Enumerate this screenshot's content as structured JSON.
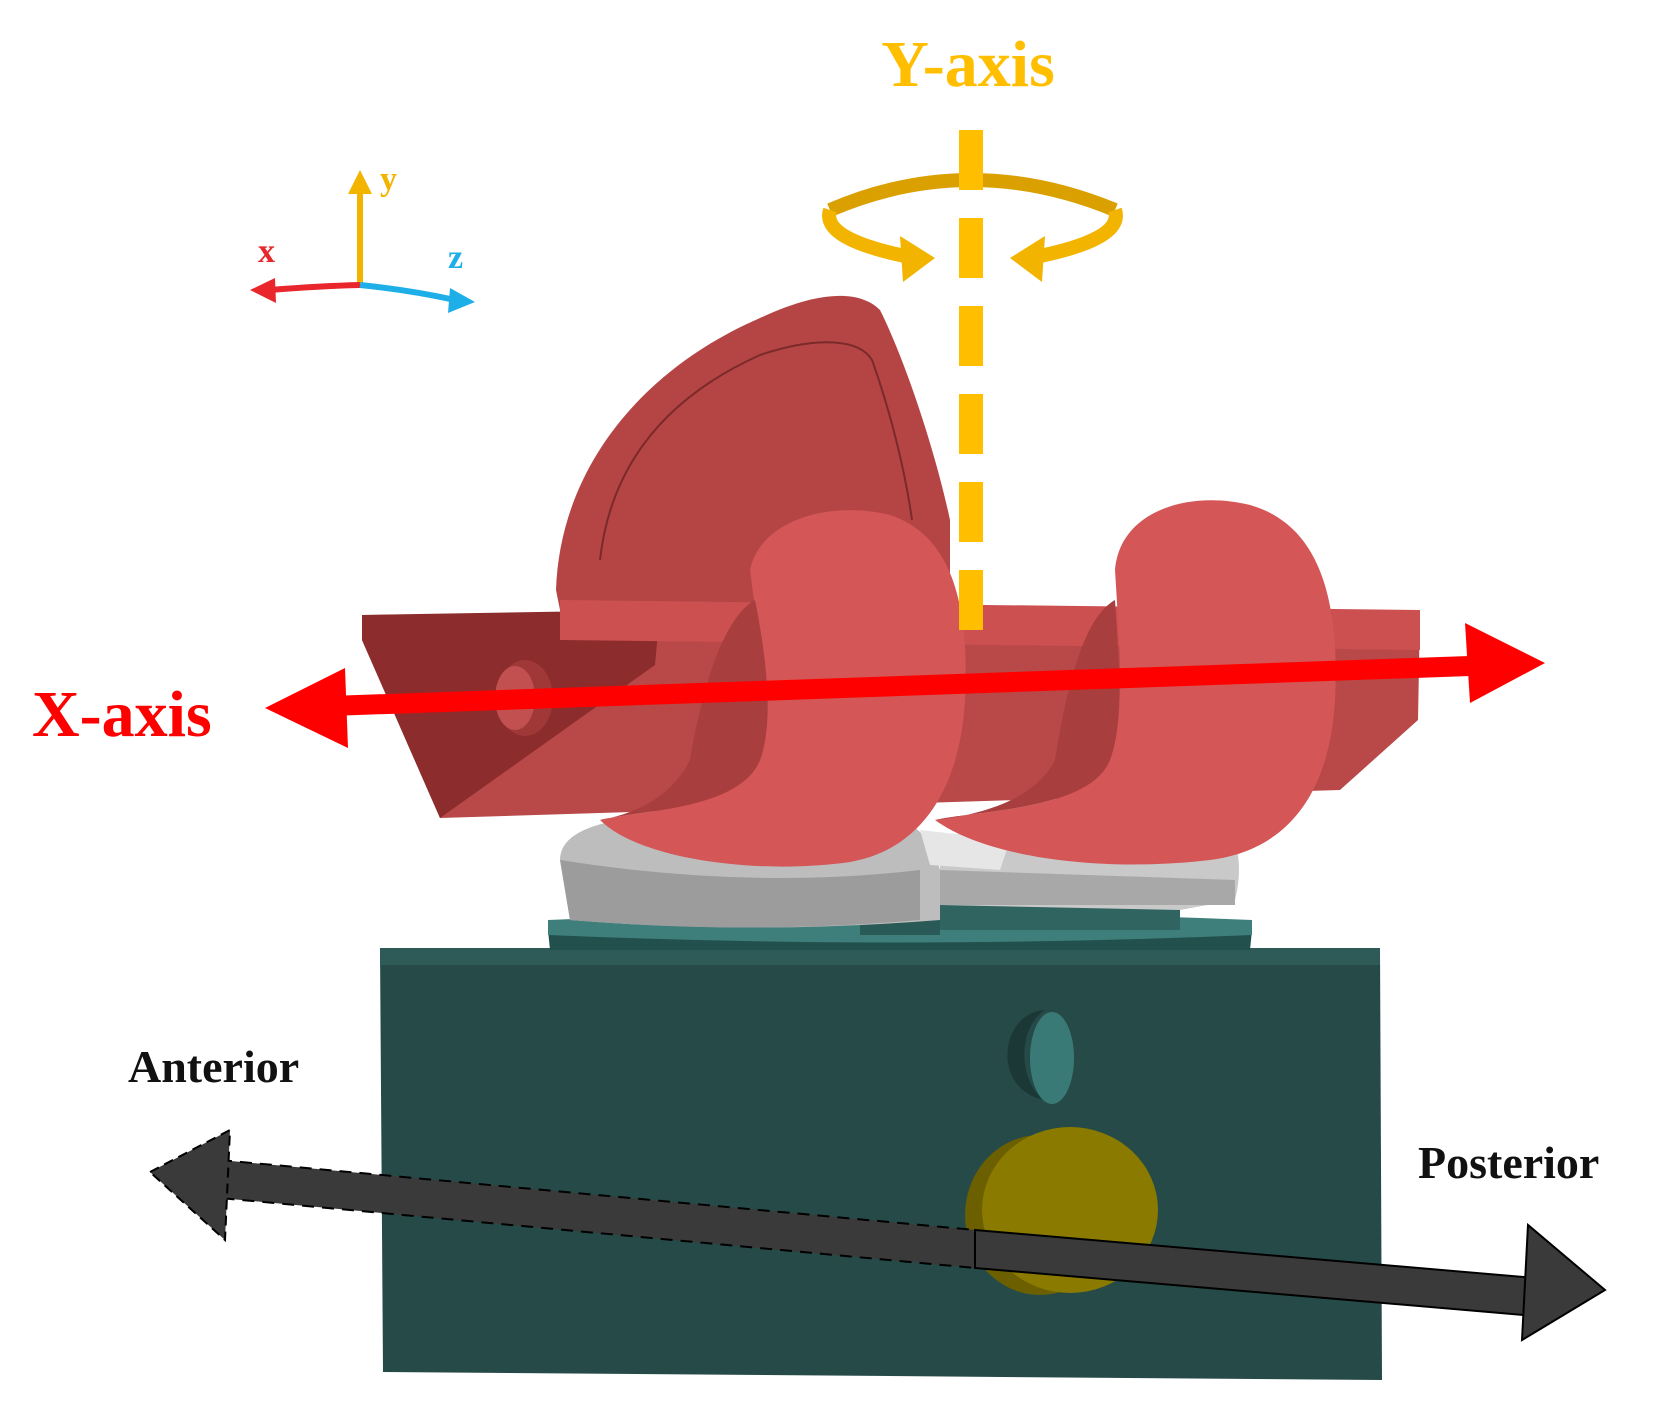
{
  "labels": {
    "y_axis": "Y-axis",
    "x_axis": "X-axis",
    "anterior": "Anterior",
    "posterior": "Posterior"
  },
  "triad": {
    "x": "x",
    "y": "y",
    "z": "z"
  },
  "colors": {
    "background": "#ffffff",
    "femoral_component": "#c94a4a",
    "femoral_dark": "#8c2c2c",
    "insert": "#c9c9c9",
    "tibial_tray": "#2f6461",
    "tibial_base": "#254a48",
    "x_axis": "#ff0000",
    "y_axis": "#ffbf00",
    "y_axis_ring": "#d9a000",
    "ap_axis": "#3a3a3a",
    "triad_x": "#e8262b",
    "triad_y": "#f3b400",
    "triad_z": "#1eaee8",
    "pin": "#8a7a00"
  }
}
